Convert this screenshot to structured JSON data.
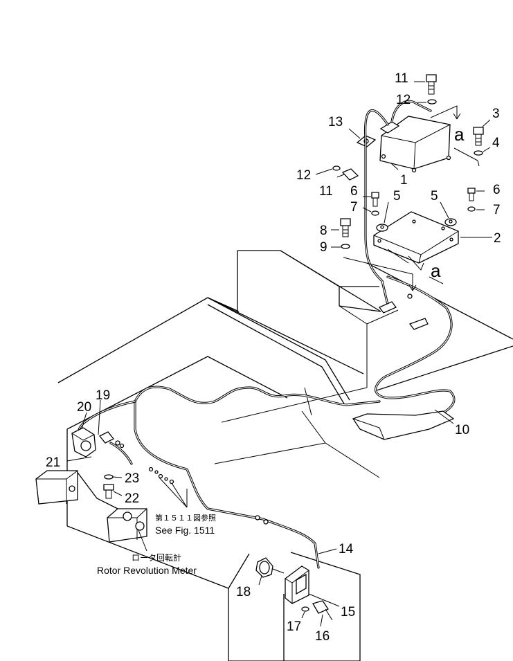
{
  "callouts": {
    "c1": "1",
    "c2": "2",
    "c3": "3",
    "c4": "4",
    "c5a": "5",
    "c5b": "5",
    "c6a": "6",
    "c6b": "6",
    "c7a": "7",
    "c7b": "7",
    "c8": "8",
    "c9": "9",
    "c10": "10",
    "c11a": "11",
    "c11b": "11",
    "c12a": "12",
    "c12b": "12",
    "c13": "13",
    "c14": "14",
    "c15": "15",
    "c16": "16",
    "c17": "17",
    "c18": "18",
    "c19": "19",
    "c20": "20",
    "c21": "21",
    "c22": "22",
    "c23": "23"
  },
  "view_markers": {
    "top": "a",
    "bottom": "a"
  },
  "notes": {
    "fig_ref_jp": "第１５１１図参照",
    "fig_ref_en": "See Fig. 1511",
    "meter_jp": "ロータ回転計",
    "meter_en": "Rotor Revolution Meter"
  }
}
